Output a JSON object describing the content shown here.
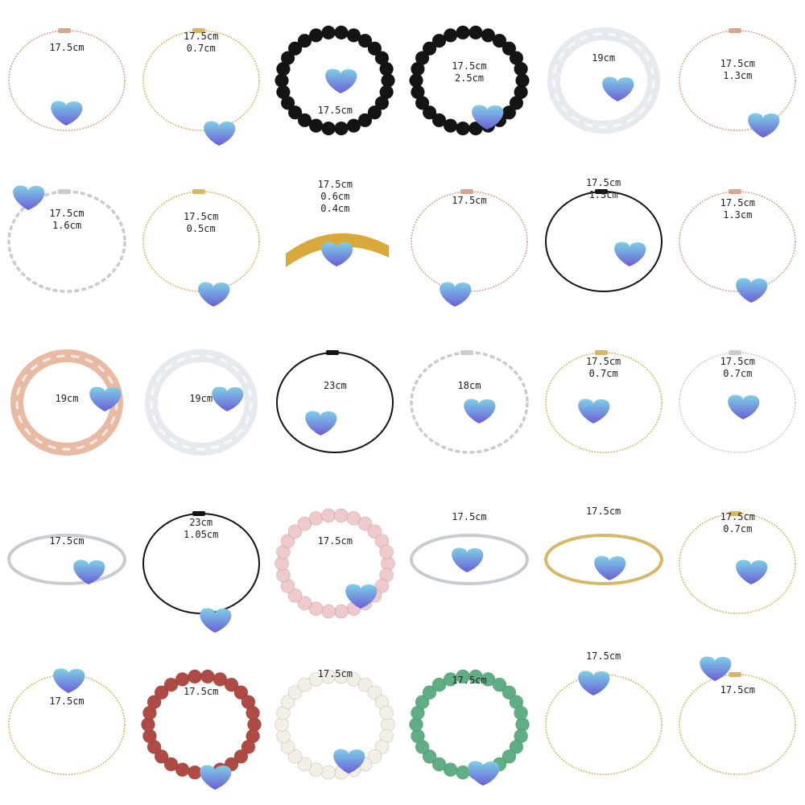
{
  "colors": {
    "rose_gold": "#d9a48e",
    "gold": "#d8b766",
    "silver": "#c8ccd2",
    "black": "#141414",
    "heart_top": "#7fd0e6",
    "heart_bottom": "#6a5fd6"
  },
  "items": [
    {
      "kind": "chain",
      "color": "#d9a48e",
      "labels": [
        "17.5cm"
      ]
    },
    {
      "kind": "chain",
      "color": "#d8b766",
      "labels": [
        "17.5cm",
        "0.7cm"
      ]
    },
    {
      "kind": "beads",
      "color": "#141414",
      "labels": [
        "17.5cm"
      ]
    },
    {
      "kind": "beads",
      "color": "#141414",
      "labels": [
        "17.5cm",
        "2.5cm"
      ]
    },
    {
      "kind": "braid",
      "color": "#e6e9ee",
      "labels": [
        "19cm"
      ]
    },
    {
      "kind": "chain",
      "color": "#d9a48e",
      "labels": [
        "17.5cm",
        "1.3cm"
      ]
    },
    {
      "kind": "link",
      "color": "#c8ccd2",
      "labels": [
        "17.5cm",
        "1.6cm"
      ]
    },
    {
      "kind": "chain",
      "color": "#d8b766",
      "labels": [
        "17.5cm",
        "0.5cm"
      ]
    },
    {
      "kind": "mesh",
      "color": "#d8a93a",
      "labels": [
        "17.5cm",
        "0.6cm",
        "0.4cm"
      ]
    },
    {
      "kind": "chain",
      "color": "#d9a48e",
      "labels": [
        "17.5cm"
      ]
    },
    {
      "kind": "cord",
      "color": "#141414",
      "labels": [
        "17.5cm",
        "1.3cm"
      ]
    },
    {
      "kind": "chain",
      "color": "#d9a48e",
      "labels": [
        "17.5cm",
        "1.3cm"
      ]
    },
    {
      "kind": "braid",
      "color": "#e8b9a3",
      "labels": [
        "19cm"
      ]
    },
    {
      "kind": "braid",
      "color": "#e6e9ee",
      "labels": [
        "19cm"
      ]
    },
    {
      "kind": "cord",
      "color": "#141414",
      "labels": [
        "23cm"
      ]
    },
    {
      "kind": "link",
      "color": "#c8ccd2",
      "labels": [
        "18cm"
      ]
    },
    {
      "kind": "chain",
      "color": "#d8b766",
      "labels": [
        "17.5cm",
        "0.7cm"
      ]
    },
    {
      "kind": "chain",
      "color": "#c8ccd2",
      "labels": [
        "17.5cm",
        "0.7cm"
      ]
    },
    {
      "kind": "bangle",
      "color": "#c8ccd2",
      "labels": [
        "17.5cm"
      ]
    },
    {
      "kind": "cord",
      "color": "#141414",
      "labels": [
        "23cm",
        "1.05cm"
      ]
    },
    {
      "kind": "beads",
      "color": "#f0c9cc",
      "labels": [
        "17.5cm"
      ]
    },
    {
      "kind": "bangle",
      "color": "#c8ccd2",
      "labels": [
        "17.5cm"
      ]
    },
    {
      "kind": "bangle",
      "color": "#d8b766",
      "labels": [
        "17.5cm"
      ]
    },
    {
      "kind": "chain",
      "color": "#d8b766",
      "labels": [
        "17.5cm",
        "0.7cm"
      ]
    },
    {
      "kind": "chain",
      "color": "#d8b766",
      "labels": [
        "17.5cm"
      ]
    },
    {
      "kind": "beads",
      "color": "#b04a45",
      "labels": [
        "17.5cm"
      ]
    },
    {
      "kind": "beads",
      "color": "#f3efe6",
      "labels": [
        "17.5cm"
      ]
    },
    {
      "kind": "beads",
      "color": "#5fae84",
      "labels": [
        "17.5cm"
      ]
    },
    {
      "kind": "chain",
      "color": "#d8b766",
      "labels": [
        "17.5cm"
      ]
    },
    {
      "kind": "chain",
      "color": "#d8b766",
      "labels": [
        "17.5cm"
      ]
    }
  ]
}
